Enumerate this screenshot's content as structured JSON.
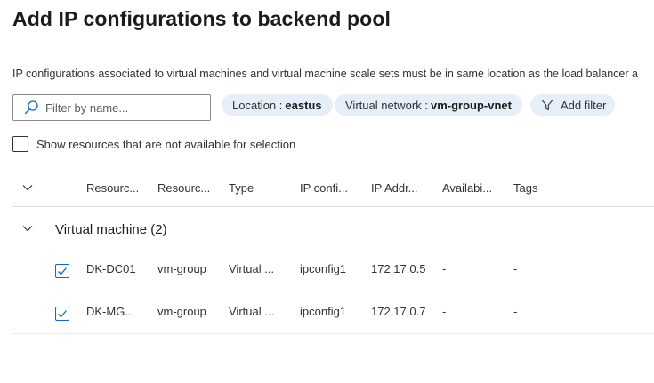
{
  "header": {
    "title": "Add IP configurations to backend pool",
    "description": "IP configurations associated to virtual machines and virtual machine scale sets must be in same location as the load balancer a"
  },
  "filters": {
    "search_placeholder": "Filter by name...",
    "location": {
      "label": "Location :",
      "value": "eastus"
    },
    "vnet": {
      "label": "Virtual network :",
      "value": "vm-group-vnet"
    },
    "add_filter_label": "Add filter"
  },
  "show_unavailable": {
    "label": "Show resources that are not available for selection",
    "checked": false
  },
  "table": {
    "columns": [
      "Resourc...",
      "Resourc...",
      "Type",
      "IP confi...",
      "IP Addr...",
      "Availabi...",
      "Tags"
    ],
    "group": {
      "label": "Virtual machine (2)"
    },
    "rows": [
      {
        "checked": true,
        "cells": [
          "DK-DC01",
          "vm-group",
          "Virtual ...",
          "ipconfig1",
          "172.17.0.5",
          "-",
          "-"
        ]
      },
      {
        "checked": true,
        "cells": [
          "DK-MG...",
          "vm-group",
          "Virtual ...",
          "ipconfig1",
          "172.17.0.7",
          "-",
          "-"
        ]
      }
    ]
  },
  "colors": {
    "accent": "#0f6cbd",
    "pill_bg": "#e6eff9",
    "text": "#323130"
  },
  "icons": {
    "search": "search-icon",
    "filter": "filter-icon",
    "chevron": "chevron-down-icon",
    "check": "checkmark-icon"
  }
}
